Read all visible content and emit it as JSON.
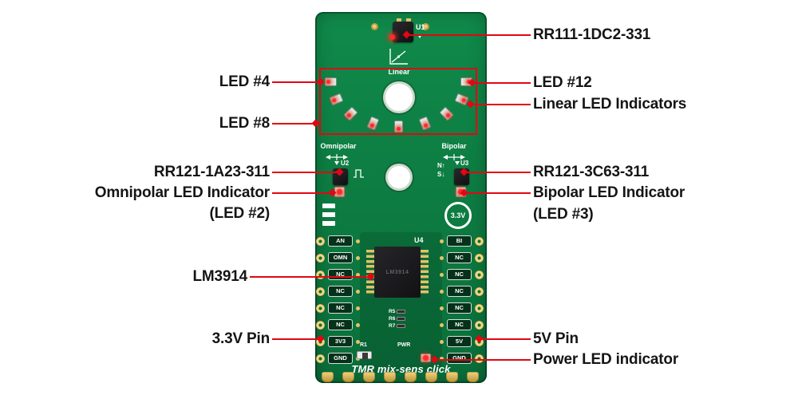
{
  "colors": {
    "accent_red": "#e30613",
    "pcb_green": "#0d7c42"
  },
  "annotations": {
    "left": [
      {
        "label": "LED #4"
      },
      {
        "label": "LED #8"
      },
      {
        "label": "RR121-1A23-311"
      },
      {
        "label": "Omnipolar LED Indicator"
      },
      {
        "label": "(LED #2)"
      },
      {
        "label": "LM3914"
      },
      {
        "label": "3.3V Pin"
      }
    ],
    "right": [
      {
        "label": "RR111-1DC2-331"
      },
      {
        "label": "LED #12"
      },
      {
        "label": "Linear LED Indicators"
      },
      {
        "label": "RR121-3C63-311"
      },
      {
        "label": "Bipolar LED Indicator"
      },
      {
        "label": "(LED #3)"
      },
      {
        "label": "5V Pin"
      },
      {
        "label": "Power LED indicator"
      }
    ]
  },
  "board": {
    "title": "TMR mix-sens click",
    "silkscreen": {
      "u1": "U1",
      "u2": "U2",
      "u3": "U3",
      "u4": "U4",
      "linear": "Linear",
      "omnipolar": "Omnipolar",
      "bipolar": "Bipolar",
      "north": "N↑",
      "south": "S↓",
      "r1": "R1",
      "pwr": "PWR",
      "r5": "R5",
      "r6": "R6",
      "r7": "R7",
      "logo_voltage": "3.3V",
      "chip_marking": "LM3914"
    },
    "left_header": [
      "AN",
      "OMN",
      "NC",
      "NC",
      "NC",
      "NC",
      "3V3",
      "GND"
    ],
    "right_header": [
      "BI",
      "NC",
      "NC",
      "NC",
      "NC",
      "NC",
      "5V",
      "GND"
    ]
  }
}
